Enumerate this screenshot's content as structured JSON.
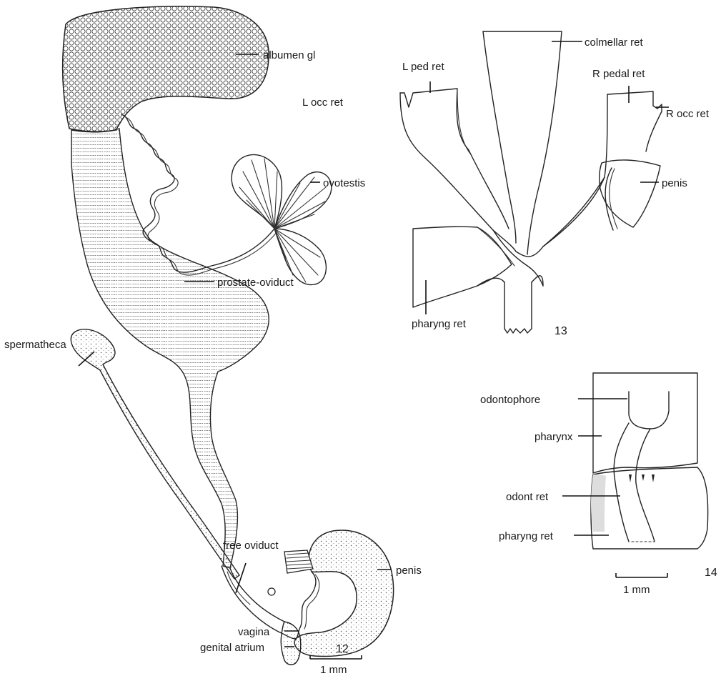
{
  "figure12": {
    "number": "12",
    "scale": "1 mm",
    "labels": {
      "albumen": "albumen gl",
      "ovotestis": "ovotestis",
      "prostate": "prostate-oviduct",
      "spermatheca": "spermatheca",
      "free_oviduct": "free oviduct",
      "penis": "penis",
      "vagina": "vagina",
      "atrium": "genital atrium"
    }
  },
  "figure13": {
    "number": "13",
    "labels": {
      "colmellar": "colmellar ret",
      "l_ped": "L ped ret",
      "l_occ": "L occ ret",
      "r_pedal": "R pedal ret",
      "r_occ": "R occ ret",
      "penis": "penis",
      "pharyng": "pharyng ret"
    }
  },
  "figure14": {
    "number": "14",
    "scale": "1 mm",
    "labels": {
      "odontophore": "odontophore",
      "pharynx": "pharynx",
      "odont_ret": "odont ret",
      "pharyng": "pharyng ret"
    }
  },
  "colors": {
    "ink": "#222222",
    "background": "#ffffff"
  }
}
